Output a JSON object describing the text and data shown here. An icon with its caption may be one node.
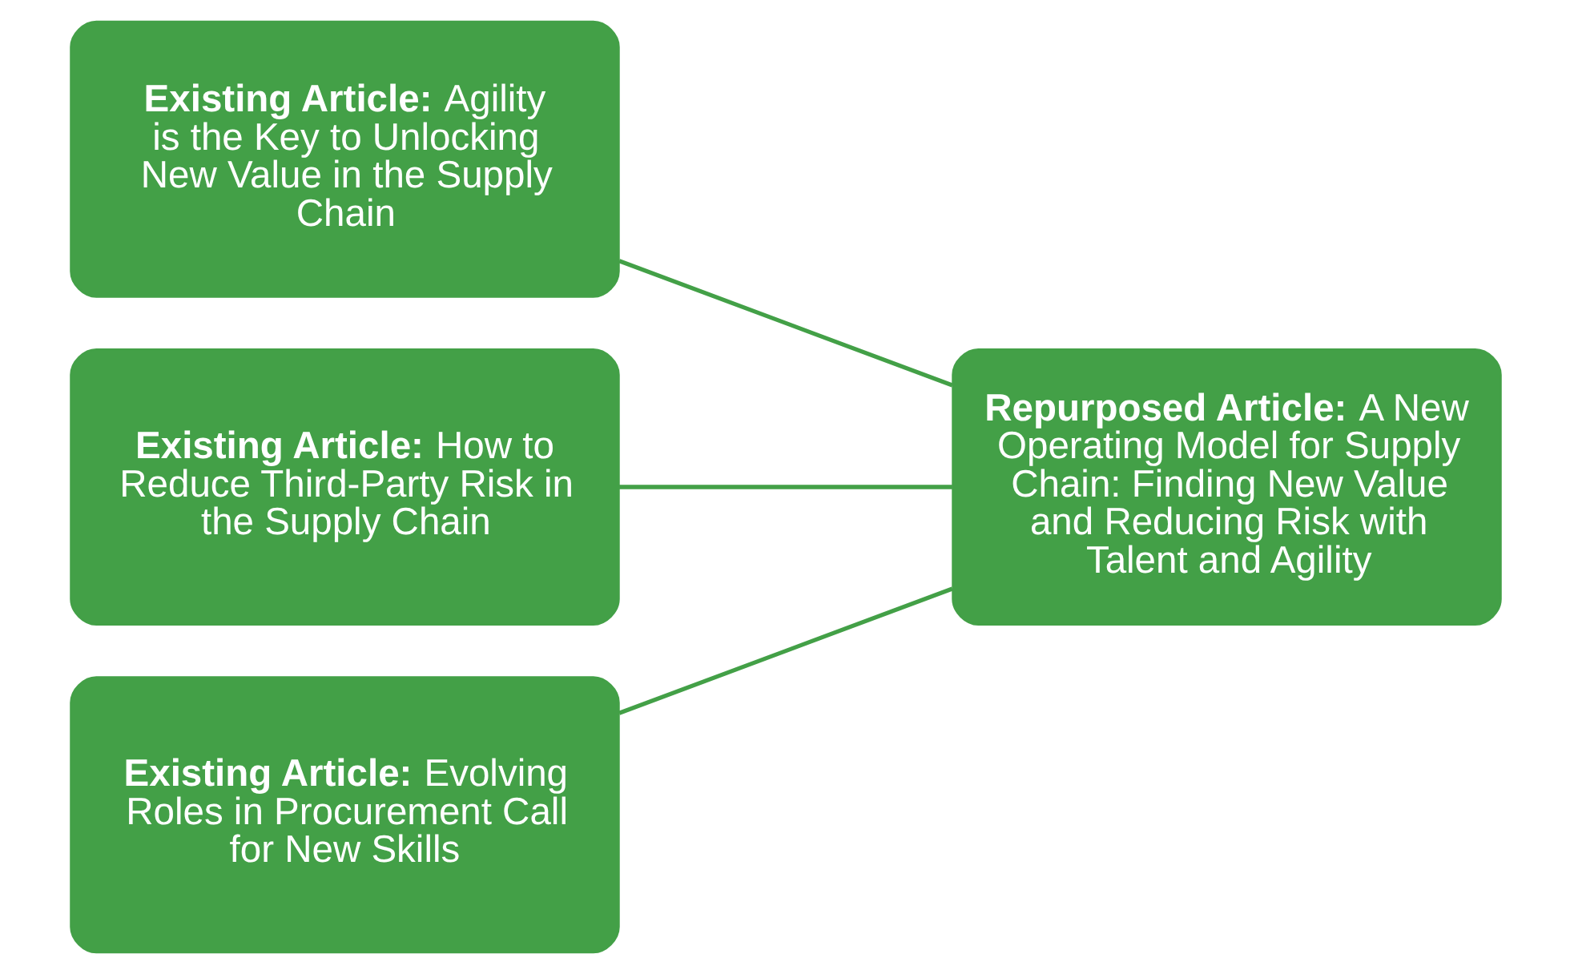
{
  "diagram": {
    "nodes": [
      {
        "text": [
          "**Existing Article:** Agility is the Key to Unlocking New Value in the Supply Chain"
        ]
      },
      {
        "text": [
          "**Existing Article:** How to Reduce Third-Party Risk in the Supply Chain"
        ]
      },
      {
        "text": [
          "**Existing Article:** Evolving Roles in Procurement Call for New Skills"
        ]
      },
      {
        "text": [
          "**Repurposed Article:** A New Operating Model for Supply Chain: Finding New Value and Reducing Risk with Talent and Agility"
        ]
      }
    ],
    "edges": [
      {
        "from": 0,
        "to": 3,
        "arrow": "none"
      },
      {
        "from": 1,
        "to": 3,
        "arrow": "none"
      },
      {
        "from": 2,
        "to": 3,
        "arrow": "none"
      }
    ]
  }
}
